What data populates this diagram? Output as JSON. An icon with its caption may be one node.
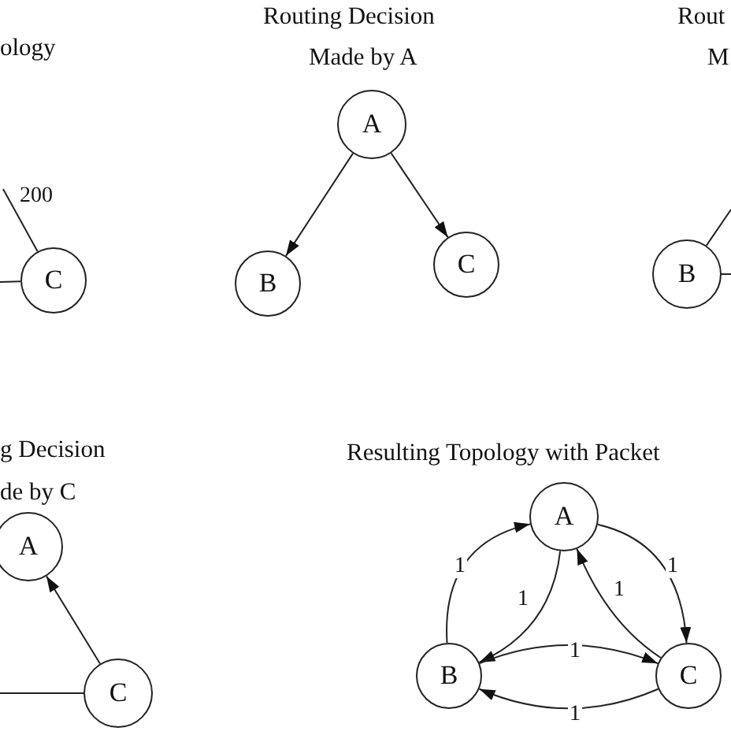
{
  "diagram": {
    "nodes": [
      {
        "text": [
          "C"
        ]
      },
      {
        "text": [
          "A"
        ]
      },
      {
        "text": [
          "B"
        ]
      },
      {
        "text": [
          "C"
        ]
      },
      {
        "text": [
          "B"
        ]
      },
      {
        "text": [
          "A"
        ]
      },
      {
        "text": [
          "C"
        ]
      },
      {
        "text": [
          "A"
        ]
      },
      {
        "text": [
          "B"
        ]
      },
      {
        "text": [
          "C"
        ]
      }
    ],
    "edges": [
      {
        "from": 0,
        "to": null,
        "arrow": "none",
        "label": "200"
      },
      {
        "from": 0,
        "to": null,
        "arrow": "none"
      },
      {
        "from": 1,
        "to": 2,
        "arrow": "to"
      },
      {
        "from": 1,
        "to": 3,
        "arrow": "to"
      },
      {
        "from": 4,
        "to": null,
        "arrow": "none"
      },
      {
        "from": 4,
        "to": null,
        "arrow": "none"
      },
      {
        "from": 6,
        "to": 5,
        "arrow": "to"
      },
      {
        "from": 6,
        "to": null,
        "arrow": "none"
      },
      {
        "from": 8,
        "to": 7,
        "arrow": "to",
        "label": "1"
      },
      {
        "from": 7,
        "to": 8,
        "arrow": "to",
        "label": "1"
      },
      {
        "from": 7,
        "to": 9,
        "arrow": "to",
        "label": "1"
      },
      {
        "from": 9,
        "to": 7,
        "arrow": "to",
        "label": "1"
      },
      {
        "from": 8,
        "to": 9,
        "arrow": "to",
        "label": "1"
      },
      {
        "from": 9,
        "to": 8,
        "arrow": "to",
        "label": "1"
      }
    ],
    "labels": [
      "Routing Decision",
      "Rout",
      "ology",
      "Made by A",
      "M",
      "g Decision",
      "Resulting Topology with Packet",
      "de by C"
    ]
  }
}
